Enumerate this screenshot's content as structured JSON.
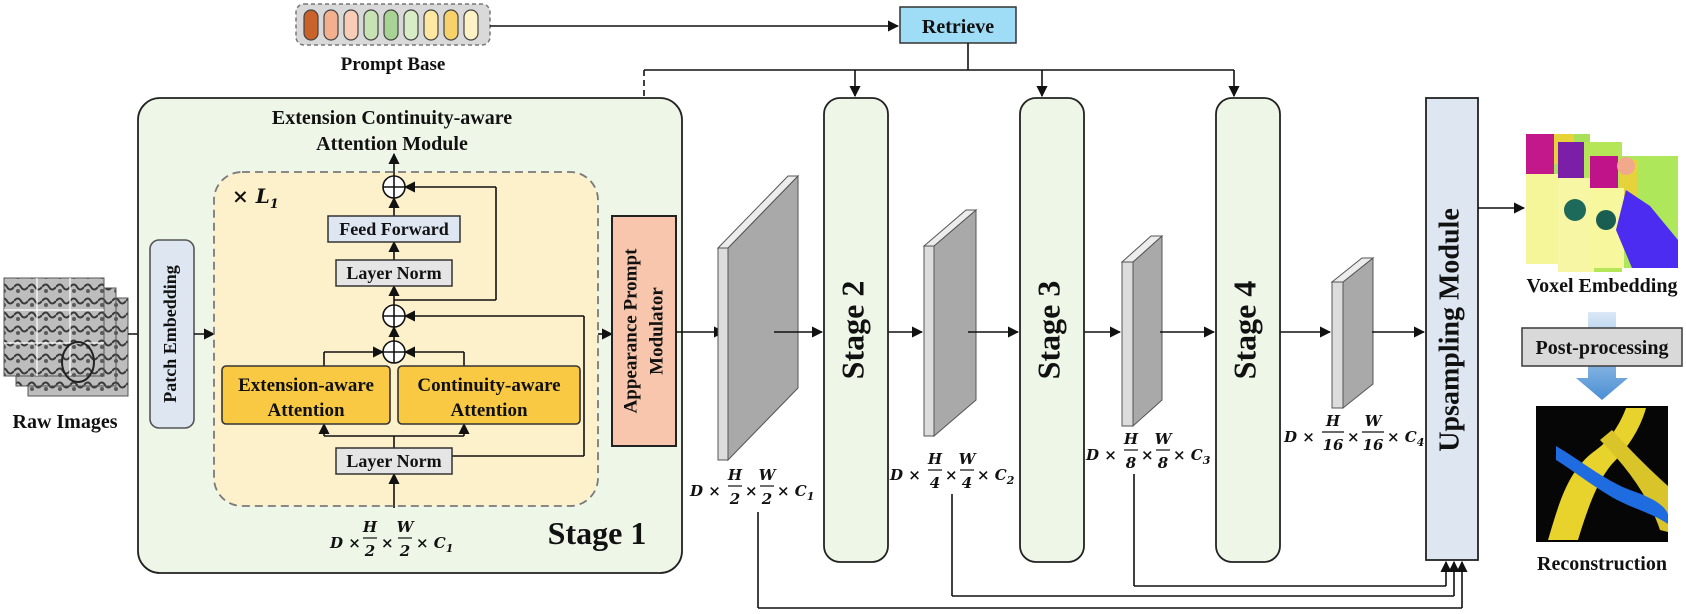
{
  "prompt_base": {
    "label": "Prompt Base",
    "chip_colors": [
      "#c9632a",
      "#f2b08f",
      "#f7cdb8",
      "#c7e3b4",
      "#a8d394",
      "#d8edc6",
      "#fde7a1",
      "#f7d26b",
      "#fdf2c6"
    ]
  },
  "retrieve": {
    "label": "Retrieve",
    "color": "#9fdcf5"
  },
  "raw_images": {
    "label": "Raw Images"
  },
  "patch_embedding": {
    "label": "Patch Embedding"
  },
  "stage1": {
    "label": "Stage 1",
    "module_title_line1": "Extension Continuity-aware",
    "module_title_line2": "Attention Module",
    "repeat": "× L",
    "repeat_sub": "1",
    "feed_forward": "Feed Forward",
    "layer_norm_top": "Layer Norm",
    "layer_norm_bottom": "Layer Norm",
    "ext_attn_line1": "Extension-aware",
    "ext_attn_line2": "Attention",
    "cont_attn_line1": "Continuity-aware",
    "cont_attn_line2": "Attention",
    "input_dims": {
      "d": "D ×",
      "h": "H",
      "d1": "2",
      "times": "×",
      "w": "W",
      "d2": "2",
      "c": "× C",
      "c_sub": "1"
    }
  },
  "apm": {
    "line1": "Appearance Prompt",
    "line2": "Modulator"
  },
  "stages": [
    {
      "label": "Stage  2"
    },
    {
      "label": "Stage  3"
    },
    {
      "label": "Stage 4"
    }
  ],
  "upsampling": {
    "label": "Upsampling  Module"
  },
  "dims": [
    {
      "d": "D ×",
      "h": "H",
      "hd": "2",
      "w": "W",
      "wd": "2",
      "c": "× C",
      "sub": "1"
    },
    {
      "d": "D ×",
      "h": "H",
      "hd": "4",
      "w": "W",
      "wd": "4",
      "c": "× C",
      "sub": "2"
    },
    {
      "d": "D ×",
      "h": "H",
      "hd": "8",
      "w": "W",
      "wd": "8",
      "c": "× C",
      "sub": "3"
    },
    {
      "d": "D ×",
      "h": "H",
      "hd": "16",
      "w": "W",
      "wd": "16",
      "c": "× C",
      "sub": "4"
    }
  ],
  "voxel_embedding": {
    "label": "Voxel Embedding"
  },
  "post_processing": {
    "label": "Post-processing"
  },
  "reconstruction": {
    "label": "Reconstruction"
  }
}
